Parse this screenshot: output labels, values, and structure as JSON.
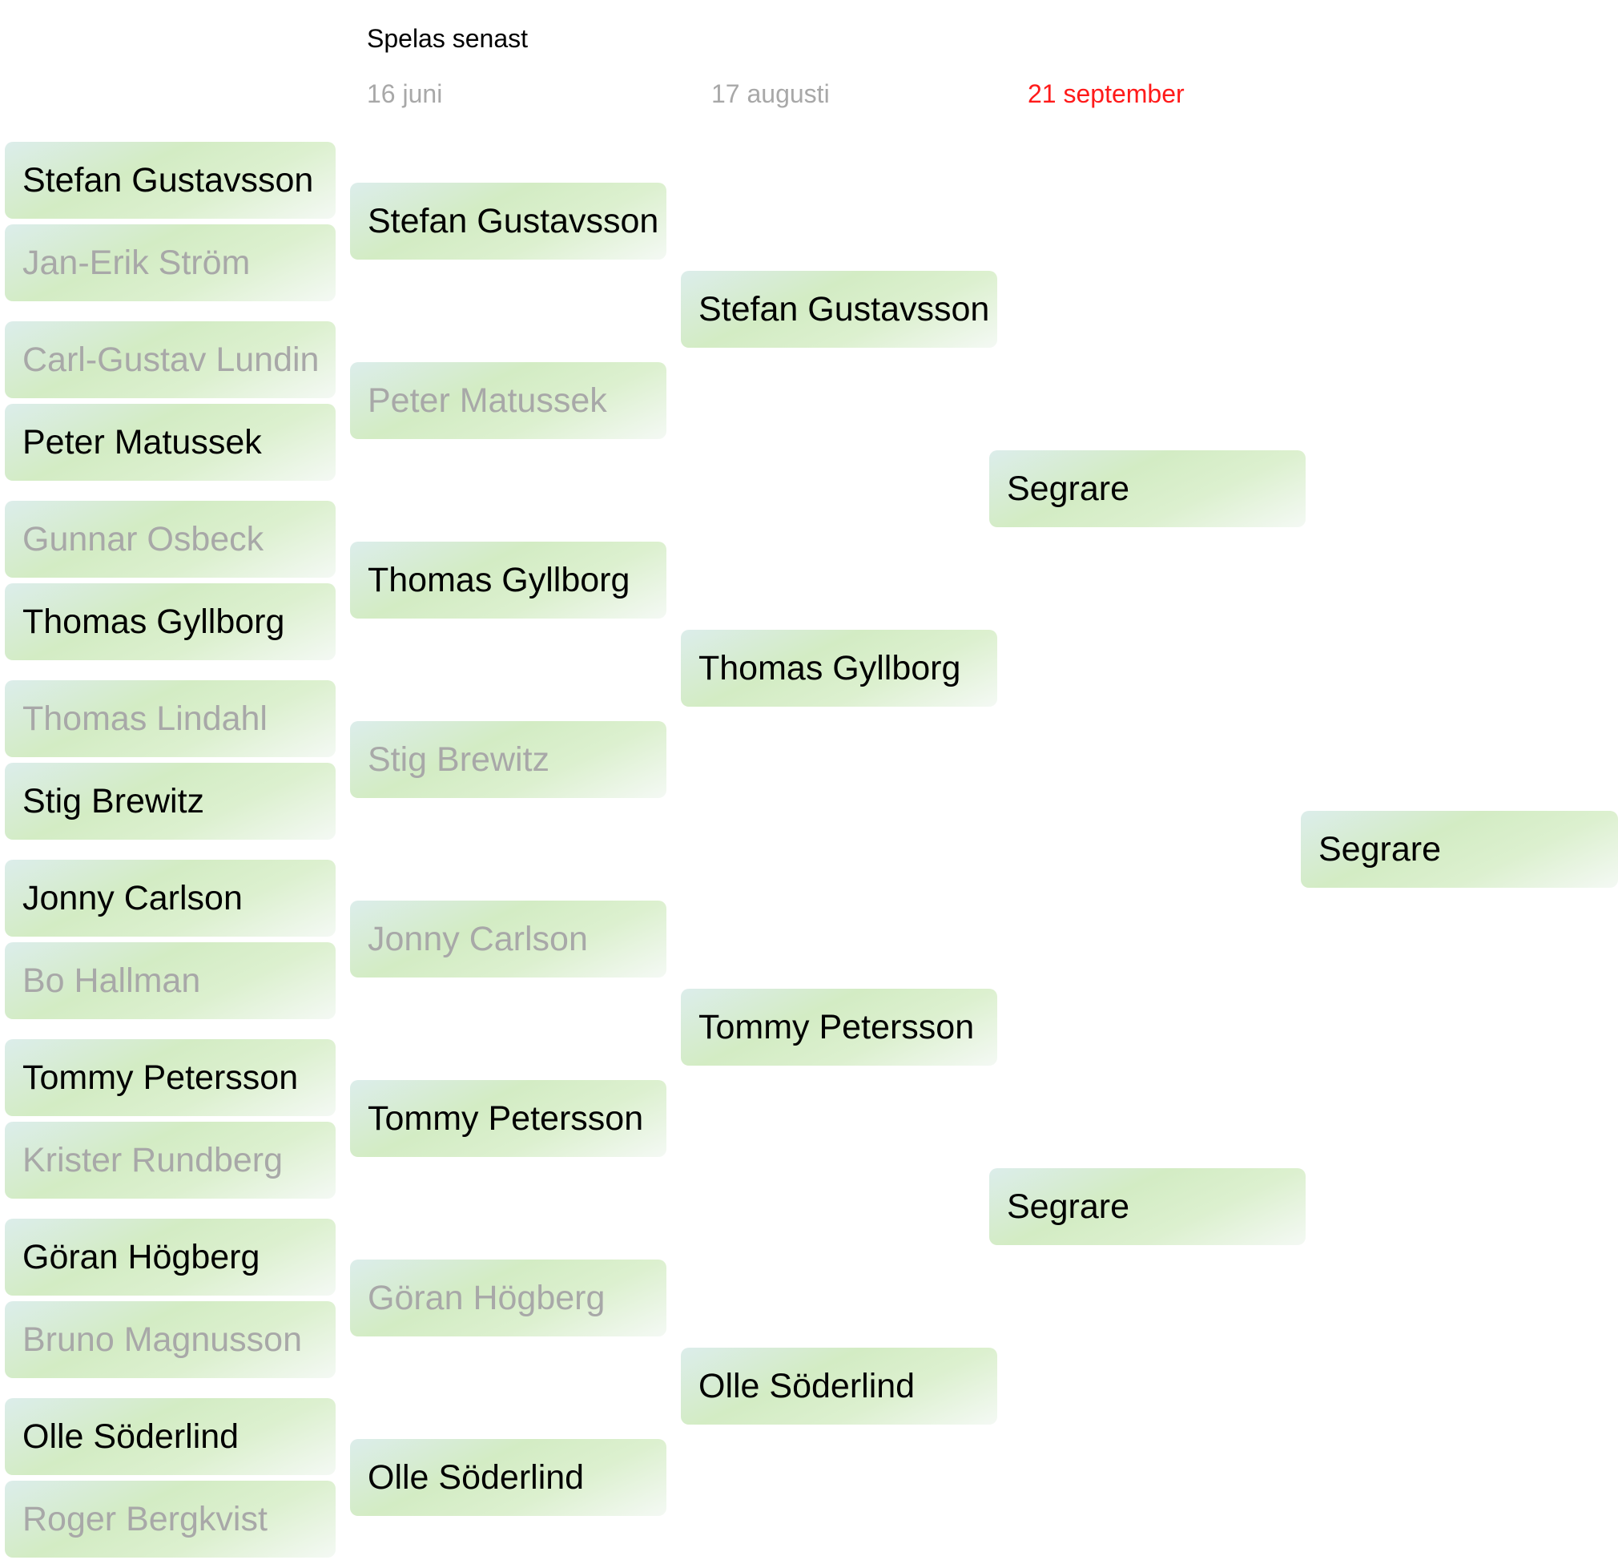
{
  "header": {
    "label": "Spelas  senast"
  },
  "dates": [
    {
      "label": "16 juni",
      "final": false
    },
    {
      "label": "17 augusti",
      "final": false
    },
    {
      "label": "21 september",
      "final": true
    }
  ],
  "rounds": [
    {
      "id": "round-1",
      "slots": [
        {
          "name": "Stefan Gustavsson",
          "status": "winner"
        },
        {
          "name": "Jan-Erik Ström",
          "status": "loser"
        },
        {
          "name": "Carl-Gustav Lundin",
          "status": "loser"
        },
        {
          "name": "Peter Matussek",
          "status": "winner"
        },
        {
          "name": "Gunnar Osbeck",
          "status": "loser"
        },
        {
          "name": "Thomas Gyllborg",
          "status": "winner"
        },
        {
          "name": "Thomas Lindahl",
          "status": "loser"
        },
        {
          "name": "Stig Brewitz",
          "status": "winner"
        },
        {
          "name": "Jonny Carlson",
          "status": "winner"
        },
        {
          "name": "Bo Hallman",
          "status": "loser"
        },
        {
          "name": "Tommy Petersson",
          "status": "winner"
        },
        {
          "name": "Krister Rundberg",
          "status": "loser"
        },
        {
          "name": "Göran Högberg",
          "status": "winner"
        },
        {
          "name": "Bruno Magnusson",
          "status": "loser"
        },
        {
          "name": "Olle Söderlind",
          "status": "winner"
        },
        {
          "name": "Roger Bergkvist",
          "status": "loser"
        }
      ]
    },
    {
      "id": "round-2",
      "slots": [
        {
          "name": "Stefan Gustavsson",
          "status": "winner"
        },
        {
          "name": "Peter Matussek",
          "status": "loser"
        },
        {
          "name": "Thomas Gyllborg",
          "status": "winner"
        },
        {
          "name": "Stig Brewitz",
          "status": "loser"
        },
        {
          "name": "Jonny Carlson",
          "status": "loser"
        },
        {
          "name": "Tommy Petersson",
          "status": "winner"
        },
        {
          "name": "Göran Högberg",
          "status": "loser"
        },
        {
          "name": "Olle Söderlind",
          "status": "winner"
        }
      ]
    },
    {
      "id": "round-3",
      "slots": [
        {
          "name": "Stefan Gustavsson",
          "status": "winner"
        },
        {
          "name": "Thomas Gyllborg",
          "status": "winner"
        },
        {
          "name": "Tommy Petersson",
          "status": "winner"
        },
        {
          "name": "Olle Söderlind",
          "status": "winner"
        }
      ]
    },
    {
      "id": "round-4",
      "slots": [
        {
          "name": "Segrare",
          "status": "winner"
        },
        {
          "name": "Segrare",
          "status": "winner"
        }
      ]
    },
    {
      "id": "final",
      "slots": [
        {
          "name": "Segrare",
          "status": "winner"
        }
      ]
    }
  ]
}
